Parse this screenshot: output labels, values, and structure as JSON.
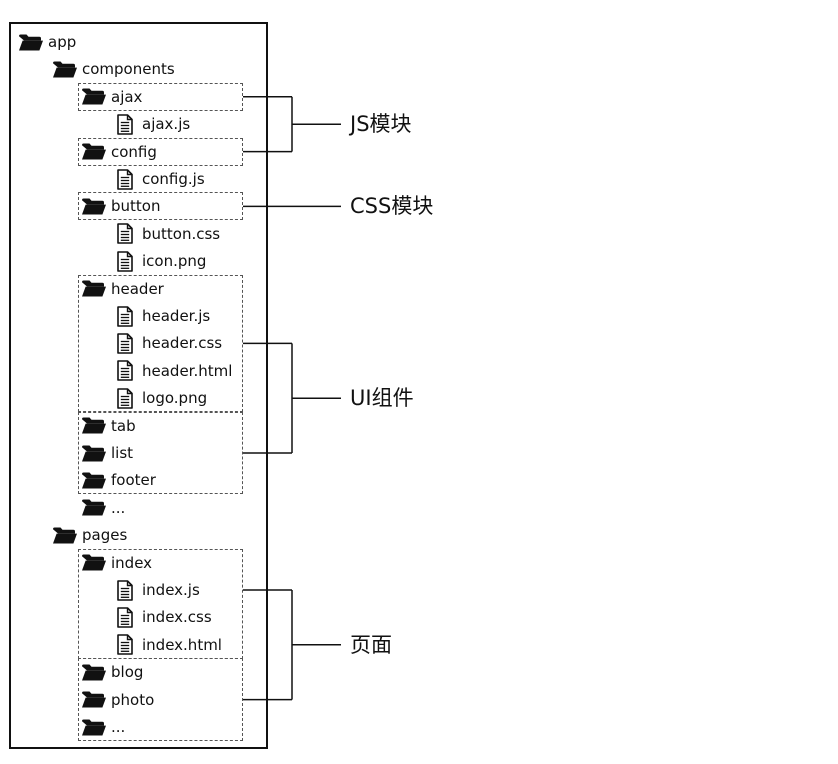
{
  "tree": [
    {
      "name": "app",
      "type": "folder",
      "depth": 0
    },
    {
      "name": "components",
      "type": "folder",
      "depth": 1
    },
    {
      "name": "ajax",
      "type": "folder",
      "depth": 2
    },
    {
      "name": "ajax.js",
      "type": "file",
      "depth": 3
    },
    {
      "name": "config",
      "type": "folder",
      "depth": 2
    },
    {
      "name": "config.js",
      "type": "file",
      "depth": 3
    },
    {
      "name": "button",
      "type": "folder",
      "depth": 2
    },
    {
      "name": "button.css",
      "type": "file",
      "depth": 3
    },
    {
      "name": "icon.png",
      "type": "file",
      "depth": 3
    },
    {
      "name": "header",
      "type": "folder",
      "depth": 2
    },
    {
      "name": "header.js",
      "type": "file",
      "depth": 3
    },
    {
      "name": "header.css",
      "type": "file",
      "depth": 3
    },
    {
      "name": "header.html",
      "type": "file",
      "depth": 3
    },
    {
      "name": "logo.png",
      "type": "file",
      "depth": 3
    },
    {
      "name": "tab",
      "type": "folder",
      "depth": 2
    },
    {
      "name": "list",
      "type": "folder",
      "depth": 2
    },
    {
      "name": "footer",
      "type": "folder",
      "depth": 2
    },
    {
      "name": "...",
      "type": "folder",
      "depth": 2
    },
    {
      "name": "pages",
      "type": "folder",
      "depth": 1
    },
    {
      "name": "index",
      "type": "folder",
      "depth": 2
    },
    {
      "name": "index.js",
      "type": "file",
      "depth": 3
    },
    {
      "name": "index.css",
      "type": "file",
      "depth": 3
    },
    {
      "name": "index.html",
      "type": "file",
      "depth": 3
    },
    {
      "name": "blog",
      "type": "folder",
      "depth": 2
    },
    {
      "name": "photo",
      "type": "folder",
      "depth": 2
    },
    {
      "name": "...",
      "type": "folder",
      "depth": 2
    }
  ],
  "annotations": [
    {
      "label": "JS模块"
    },
    {
      "label": "CSS模块"
    },
    {
      "label": "UI组件"
    },
    {
      "label": "页面"
    }
  ],
  "colors": {
    "line": "#111111",
    "dashed_border": "#555555",
    "background": "#ffffff"
  },
  "icons": {
    "folder": "folder-icon",
    "file": "file-icon"
  }
}
